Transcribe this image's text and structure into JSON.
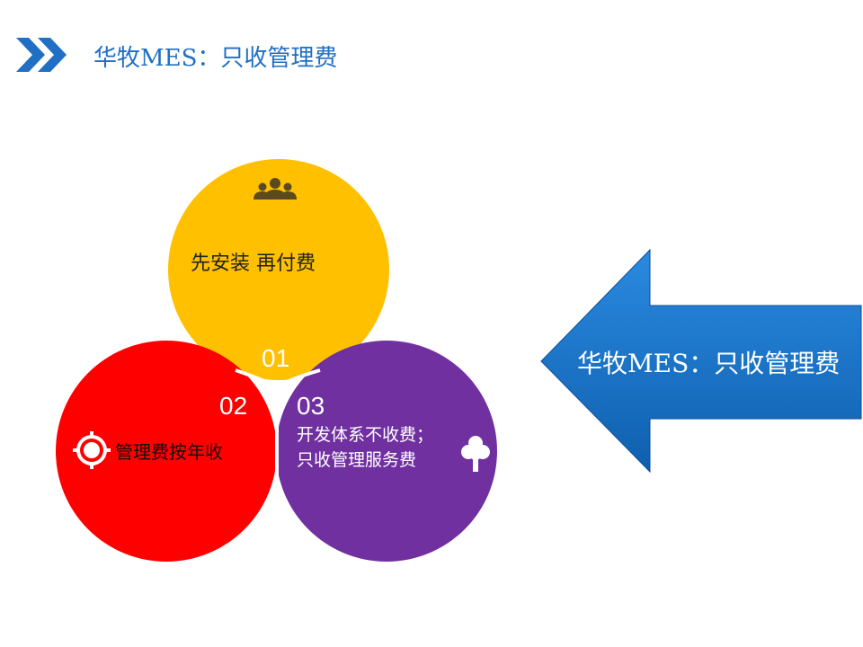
{
  "header": {
    "title": "华牧MES：只收管理费"
  },
  "diagram": {
    "circles": [
      {
        "number": "01",
        "label": "先安装  再付费",
        "color": "#ffc000",
        "icon": "people-group-icon"
      },
      {
        "number": "02",
        "label": "管理费按年收",
        "color": "#ff0000",
        "icon": "sun-gear-icon"
      },
      {
        "number": "03",
        "label_line1": "开发体系不收费；",
        "label_line2": "只收管理服务费",
        "color": "#7030a0",
        "icon": "tree-icon"
      }
    ],
    "arrow": {
      "label": "华牧MES：只收管理费",
      "color": "#1b74c8"
    }
  },
  "colors": {
    "title": "#1f6fc4",
    "accent": "#1b74c8"
  }
}
